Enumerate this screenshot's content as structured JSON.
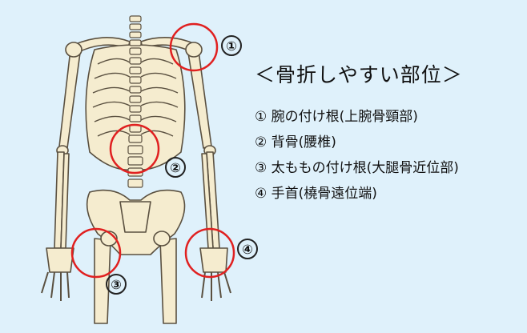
{
  "title": "＜骨折しやすい部位＞",
  "legend": [
    "① 腕の付け根(上腕骨頸部)",
    "② 背骨(腰椎)",
    "③ 太ももの付け根(大腿骨近位部)",
    "④ 手首(橈骨遠位端)"
  ],
  "markers": [
    "①",
    "②",
    "③",
    "④"
  ],
  "colors": {
    "background": "#dff1fb",
    "bone_fill": "#f5eccf",
    "bone_stroke": "#5a5040",
    "highlight": "#e02020"
  }
}
